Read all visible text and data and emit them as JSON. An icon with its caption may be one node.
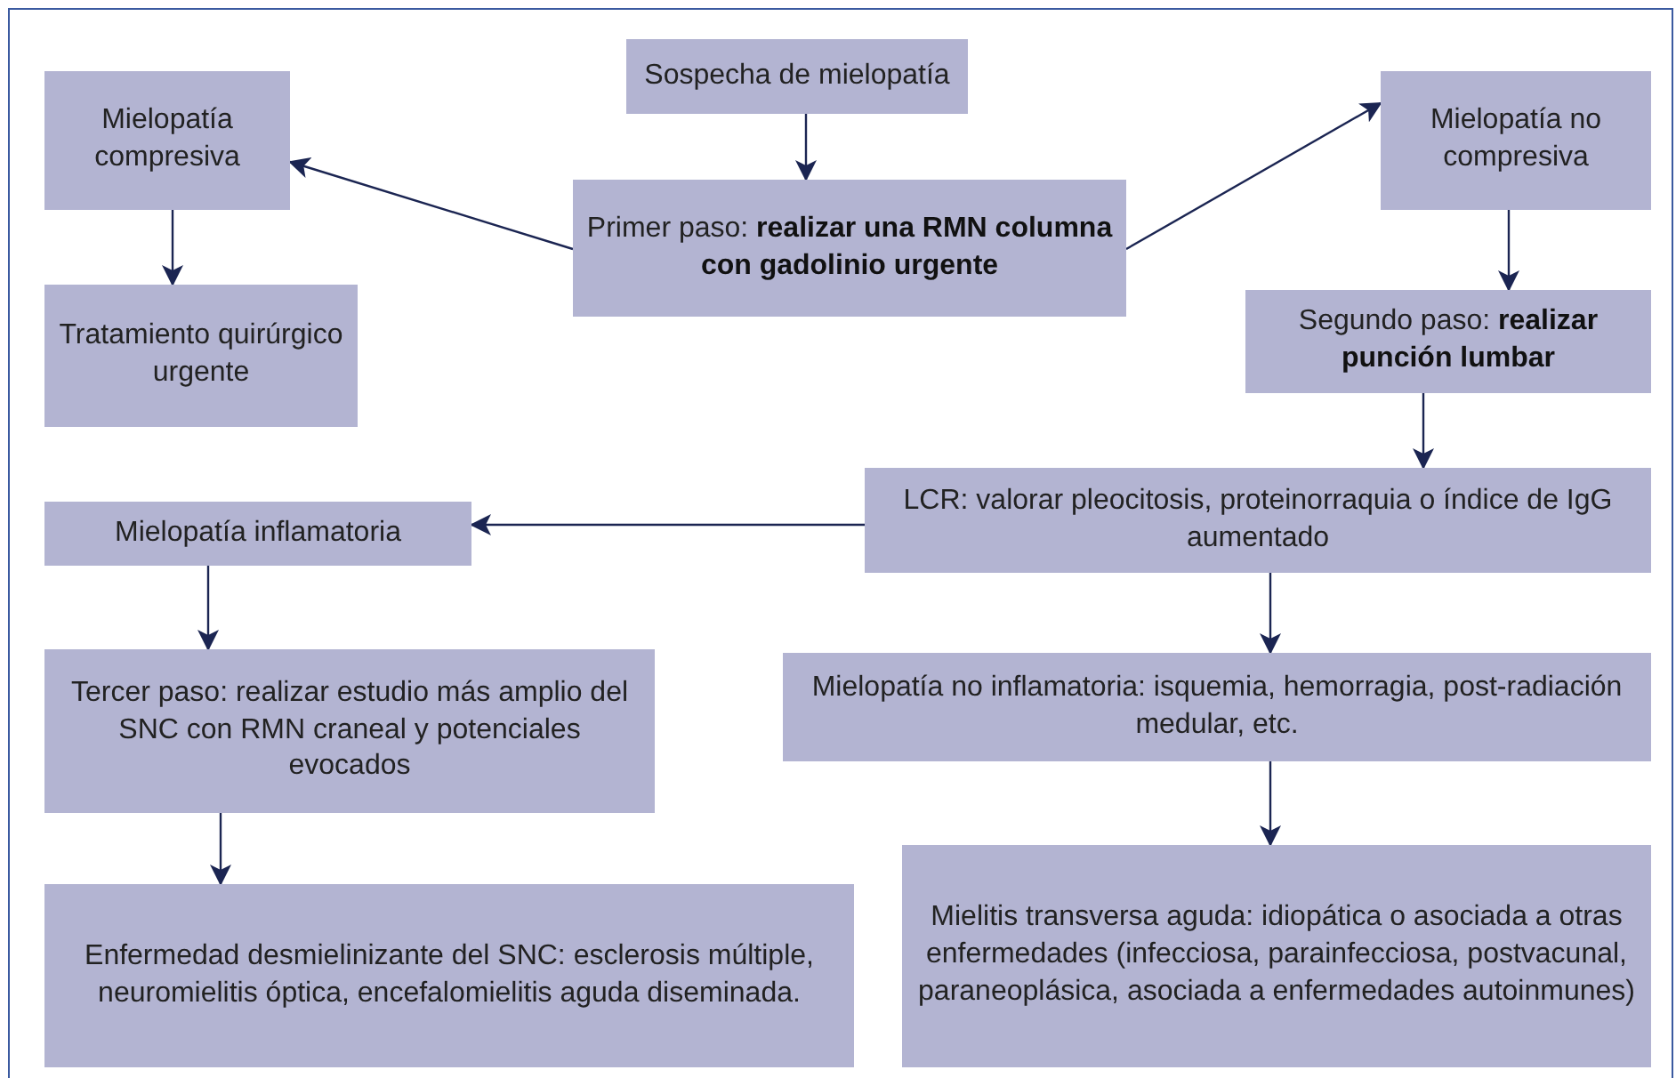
{
  "diagram": {
    "nodes": [
      {
        "text": [
          "Sospecha de mielopatía"
        ]
      },
      {
        "text": [
          "Primer paso: **realizar una RMN columna con gadolinio urgente**"
        ]
      },
      {
        "text": [
          "Mielopatía compresiva"
        ]
      },
      {
        "text": [
          "Tratamiento quirúrgico urgente"
        ]
      },
      {
        "text": [
          "Mielopatía no compresiva"
        ]
      },
      {
        "text": [
          "Segundo paso: **realizar punción lumbar**"
        ]
      },
      {
        "text": [
          "LCR: valorar pleocitosis, proteinorraquia o índice de IgG aumentado"
        ]
      },
      {
        "text": [
          "Mielopatía inflamatoria"
        ]
      },
      {
        "text": [
          "Tercer paso: realizar estudio más amplio del SNC con RMN craneal y potenciales evocados"
        ]
      },
      {
        "text": [
          "Mielopatía no inflamatoria: isquemia, hemorragia, post-radiación medular, etc."
        ]
      },
      {
        "text": [
          "Enfermedad desmielinizante del SNC: esclerosis múltiple, neuromielitis óptica, encefalomielitis aguda diseminada."
        ]
      },
      {
        "text": [
          "Mielitis transversa aguda: idiopática o asociada a otras enfermedades (infecciosa, parainfecciosa, postvacunal, paraneoplásica, asociada a enfermedades autoinmunes)"
        ]
      }
    ],
    "edges": [
      {
        "from": 0,
        "to": 1,
        "arrow": "to"
      },
      {
        "from": 1,
        "to": 2,
        "arrow": "to"
      },
      {
        "from": 1,
        "to": 4,
        "arrow": "to"
      },
      {
        "from": 2,
        "to": 3,
        "arrow": "to"
      },
      {
        "from": 4,
        "to": 5,
        "arrow": "to"
      },
      {
        "from": 5,
        "to": 6,
        "arrow": "to"
      },
      {
        "from": 6,
        "to": 7,
        "arrow": "to"
      },
      {
        "from": 6,
        "to": 9,
        "arrow": "to"
      },
      {
        "from": 7,
        "to": 8,
        "arrow": "to"
      },
      {
        "from": 8,
        "to": 10,
        "arrow": "to"
      },
      {
        "from": 9,
        "to": 11,
        "arrow": "to"
      }
    ]
  }
}
